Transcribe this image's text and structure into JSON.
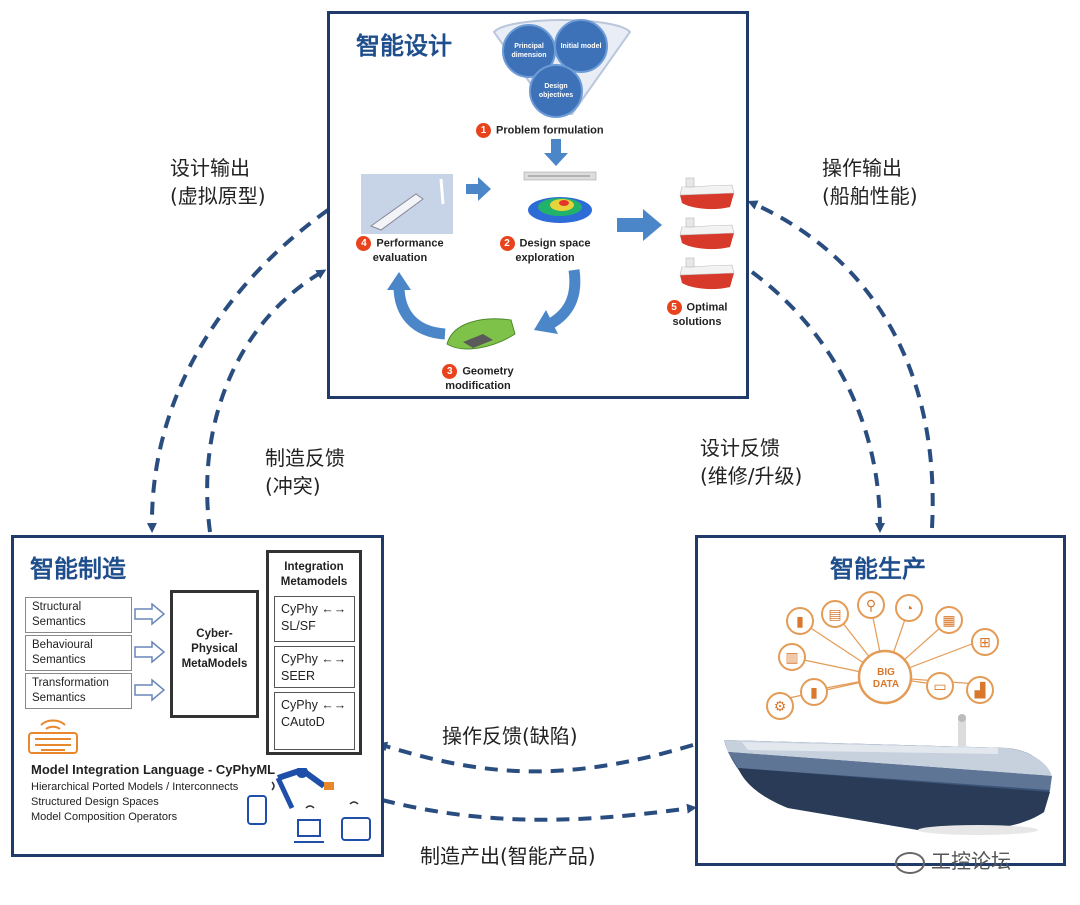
{
  "design_panel": {
    "title": "智能设计",
    "funnel_bubbles": [
      "Principal dimension",
      "Initial model",
      "Design objectives"
    ],
    "steps": [
      {
        "num": "1",
        "label": "Problem formulation"
      },
      {
        "num": "2",
        "label": "Design space exploration"
      },
      {
        "num": "3",
        "label": "Geometry modification"
      },
      {
        "num": "4",
        "label": "Performance evaluation"
      },
      {
        "num": "5",
        "label": "Optimal solutions"
      }
    ]
  },
  "manufacturing_panel": {
    "title": "智能制造",
    "semantics": [
      "Structural Semantics",
      "Behavioural Semantics",
      "Transformation Semantics"
    ],
    "cps_label": "Cyber-Physical MetaModels",
    "integration_title": "Integration Metamodels",
    "integration_items": [
      "CyPhy ←→ SL/SF",
      "CyPhy ←→ SEER",
      "CyPhy ←→ CAutoD"
    ],
    "mil_title": "Model Integration Language - CyPhyML",
    "mil_lines": [
      "Hierarchical Ported Models / Interconnects",
      "Structured Design Spaces",
      "Model Composition Operators"
    ]
  },
  "production_panel": {
    "title": "智能生产",
    "big_data_label": "BIG DATA"
  },
  "flows": {
    "design_output": [
      "设计输出",
      "(虚拟原型)"
    ],
    "operation_output": [
      "操作输出",
      "(船舶性能)"
    ],
    "manufacturing_feedback": [
      "制造反馈",
      "(冲突)"
    ],
    "design_feedback": [
      "设计反馈",
      "(维修/升级)"
    ],
    "operation_feedback": "操作反馈(缺陷)",
    "manufacturing_output": "制造产出(智能产品)"
  },
  "watermark": "工控论坛",
  "colors": {
    "panel_border": "#1f3a6b",
    "title_blue": "#1f4e8c",
    "arrow_blue": "#2a4d80",
    "step_badge": "#e8431d",
    "process_arrow": "#4a86c8"
  }
}
